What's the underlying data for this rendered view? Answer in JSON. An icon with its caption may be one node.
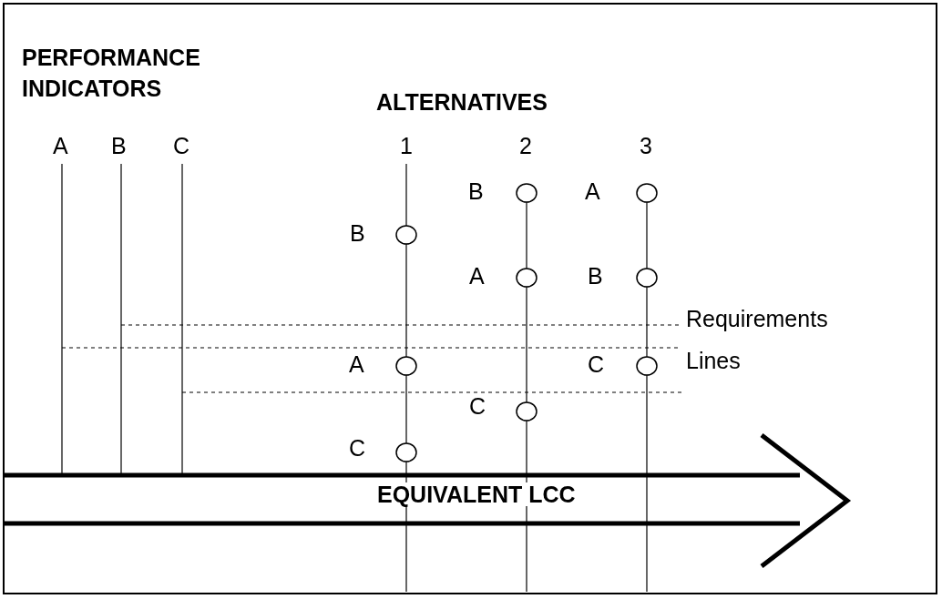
{
  "diagram": {
    "labels": [
      "PERFORMANCE INDICATORS",
      "ALTERNATIVES",
      "A",
      "B",
      "C",
      "1",
      "2",
      "3",
      "B",
      "A",
      "B",
      "A",
      "B",
      "Requirements",
      "A",
      "C",
      "Lines",
      "C",
      "C",
      "EQUIVALENT LCC"
    ]
  }
}
